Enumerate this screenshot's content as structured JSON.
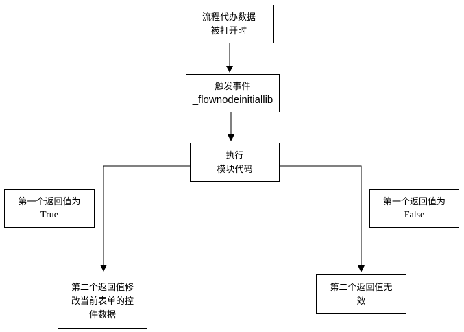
{
  "diagram": {
    "title": "flow-node-init-event-flowchart",
    "colors": {
      "background": "#ffffff",
      "line": "#000000",
      "text": "#000000"
    },
    "nodes": {
      "start": {
        "lines": [
          "流程代办数据",
          "被打开时"
        ]
      },
      "trigger": {
        "lines": [
          "触发事件",
          "_flownodeinitiallib"
        ]
      },
      "execute": {
        "lines": [
          "执行",
          "模块代码"
        ]
      },
      "label_true": {
        "lines": [
          "第一个返回值为",
          "True"
        ]
      },
      "label_false": {
        "lines": [
          "第一个返回值为",
          "False"
        ]
      },
      "result_true": {
        "lines": [
          "第二个返回值修",
          "改当前表单的控",
          "件数据"
        ]
      },
      "result_false": {
        "lines": [
          "第二个返回值无",
          "效"
        ]
      }
    },
    "connectors": [
      {
        "from": "start",
        "to": "trigger",
        "type": "arrow"
      },
      {
        "from": "trigger",
        "to": "execute",
        "type": "arrow"
      },
      {
        "from": "execute",
        "to": "result_true",
        "type": "elbow-arrow"
      },
      {
        "from": "execute",
        "to": "result_false",
        "type": "elbow-arrow"
      }
    ]
  }
}
